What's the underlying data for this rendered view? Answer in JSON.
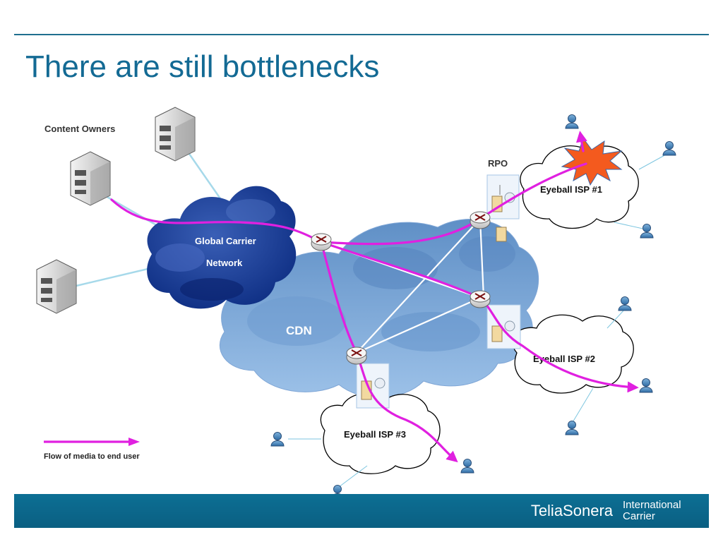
{
  "slide": {
    "title": "There are still bottlenecks"
  },
  "diagram": {
    "content_owners_label": "Content Owners",
    "global_carrier_label_line1": "Global Carrier",
    "global_carrier_label_line2": "Network",
    "cdn_label": "CDN",
    "rpo_label": "RPO",
    "isp1_label": "Eyeball ISP #1",
    "isp2_label": "Eyeball ISP #2",
    "isp3_label": "Eyeball ISP #3"
  },
  "legend": {
    "flow_label": "Flow of media to end user"
  },
  "footer": {
    "brand": "TeliaSonera",
    "sub_line1": "International",
    "sub_line2": "Carrier"
  },
  "colors": {
    "title": "#136a94",
    "flow": "#e020e0",
    "footer": "#0d6f94",
    "link": "#a6d9ea"
  }
}
